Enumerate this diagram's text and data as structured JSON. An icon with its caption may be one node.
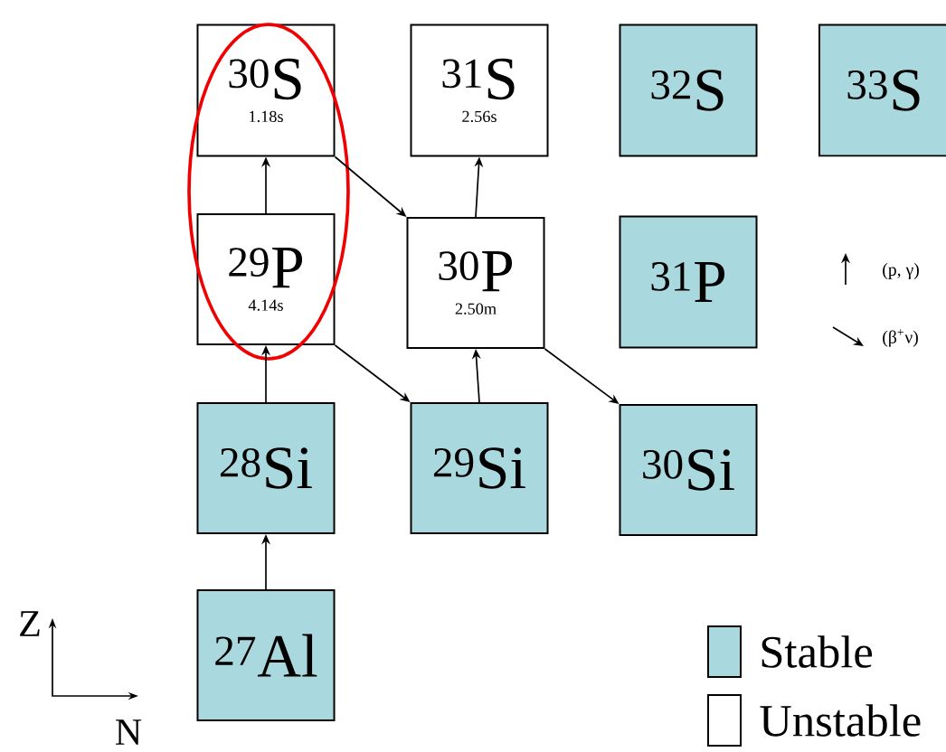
{
  "diagram": {
    "nodes": [
      {
        "text": [
          "$^{30}$S",
          "1.18s"
        ]
      },
      {
        "text": [
          "$^{31}$S",
          "2.56s"
        ]
      },
      {
        "text": [
          "$^{32}$S"
        ]
      },
      {
        "text": [
          "$^{33}$S"
        ]
      },
      {
        "text": [
          "$^{29}$P",
          "4.14s"
        ]
      },
      {
        "text": [
          "$^{30}$P",
          "2.50m"
        ]
      },
      {
        "text": [
          "$^{31}$P"
        ]
      },
      {
        "text": [
          "$^{28}$Si"
        ]
      },
      {
        "text": [
          "$^{29}$Si"
        ]
      },
      {
        "text": [
          "$^{30}$Si"
        ]
      },
      {
        "text": [
          "$^{27}$Al"
        ]
      }
    ],
    "edges": [
      {
        "from": 4,
        "to": 0,
        "arrow": "to"
      },
      {
        "from": 0,
        "to": 5,
        "arrow": "to"
      },
      {
        "from": 5,
        "to": 1,
        "arrow": "to"
      },
      {
        "from": 7,
        "to": 4,
        "arrow": "to"
      },
      {
        "from": 4,
        "to": 8,
        "arrow": "to"
      },
      {
        "from": 8,
        "to": 5,
        "arrow": "to"
      },
      {
        "from": 5,
        "to": 9,
        "arrow": "to"
      },
      {
        "from": 10,
        "to": 7,
        "arrow": "to"
      }
    ],
    "labels": [
      "Z",
      "N"
    ],
    "legend": [
      {
        "text": "(p, γ)"
      },
      {
        "text": "(β$^{+}$ν)"
      },
      {
        "text": "Stable",
        "color": "#aad8df"
      },
      {
        "text": "Unstable"
      }
    ]
  }
}
